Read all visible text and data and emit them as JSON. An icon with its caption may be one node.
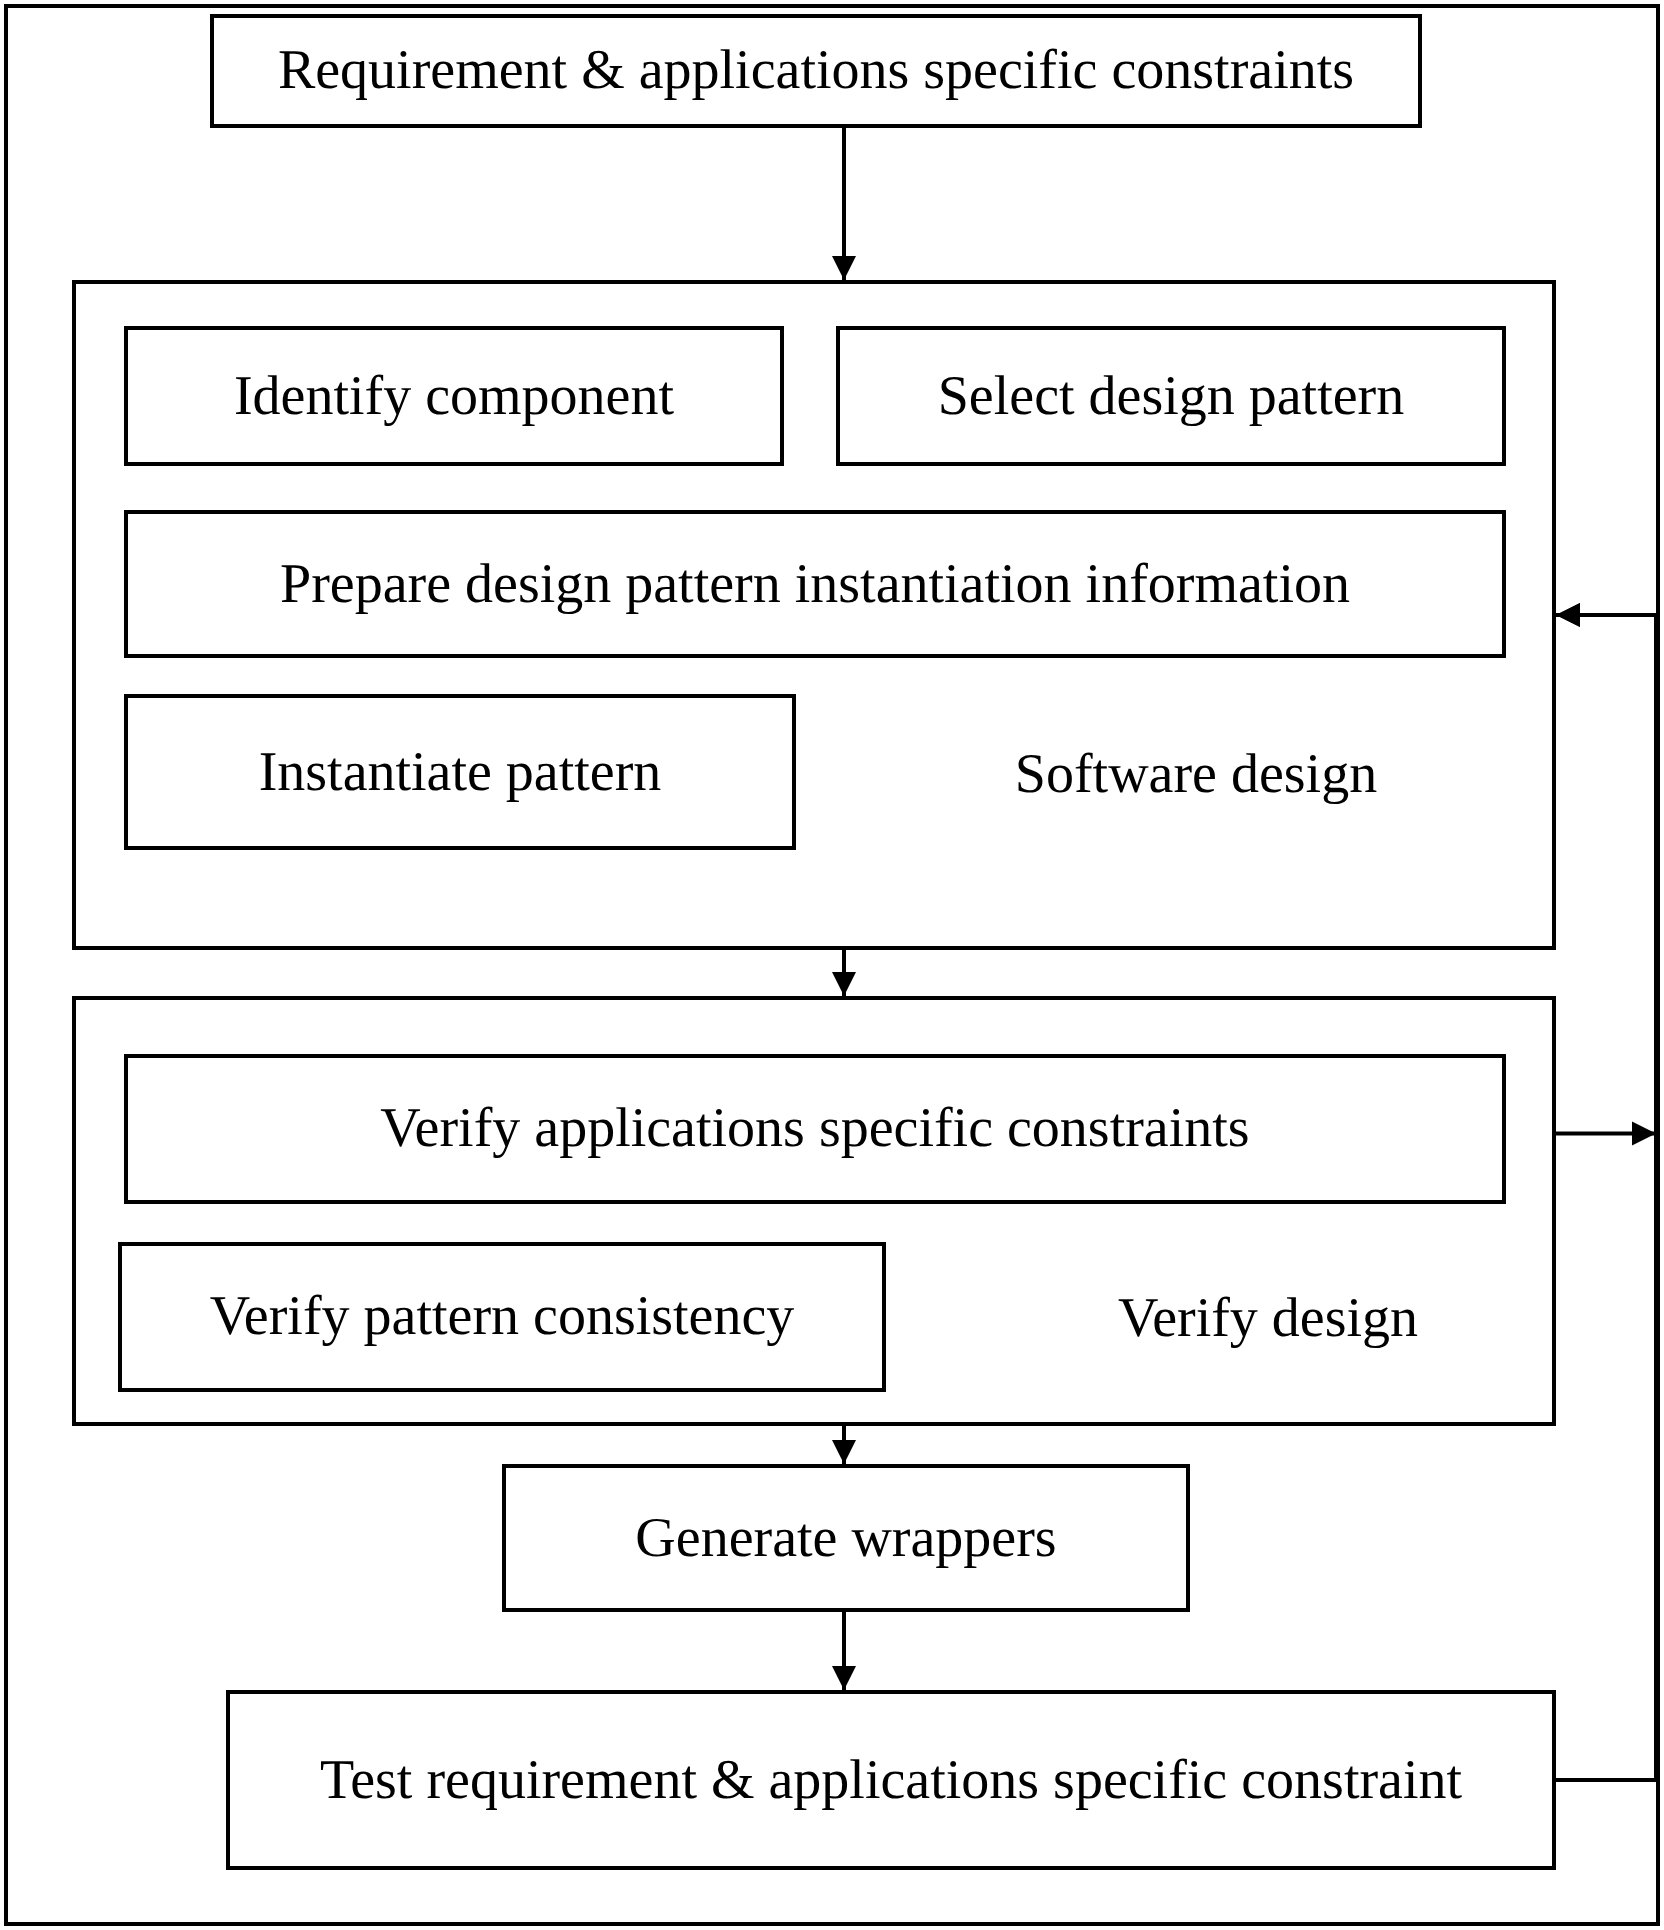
{
  "diagram": {
    "nodes": [
      {
        "text": [
          "Requirement & applications specific constraints"
        ]
      },
      {
        "text": [
          "Software design"
        ]
      },
      {
        "text": [
          "Identify component"
        ],
        "in": 1
      },
      {
        "text": [
          "Select design pattern"
        ],
        "in": 1
      },
      {
        "text": [
          "Prepare design pattern instantiation information"
        ],
        "in": 1
      },
      {
        "text": [
          "Instantiate pattern"
        ],
        "in": 1
      },
      {
        "text": [
          "Verify design"
        ]
      },
      {
        "text": [
          "Verify applications specific constraints"
        ],
        "in": 6
      },
      {
        "text": [
          "Verify pattern consistency"
        ],
        "in": 6
      },
      {
        "text": [
          "Generate wrappers"
        ]
      },
      {
        "text": [
          "Test requirement & applications specific constraint"
        ]
      }
    ],
    "edges": [
      {
        "from": 0,
        "to": 1,
        "arrow": "to"
      },
      {
        "from": 1,
        "to": 6,
        "arrow": "to"
      },
      {
        "from": 6,
        "to": 9,
        "arrow": "to"
      },
      {
        "from": 9,
        "to": 10,
        "arrow": "to"
      },
      {
        "from": 10,
        "to": 1,
        "arrow": "to"
      },
      {
        "from": 6,
        "to": 1,
        "arrow": "to"
      }
    ]
  }
}
